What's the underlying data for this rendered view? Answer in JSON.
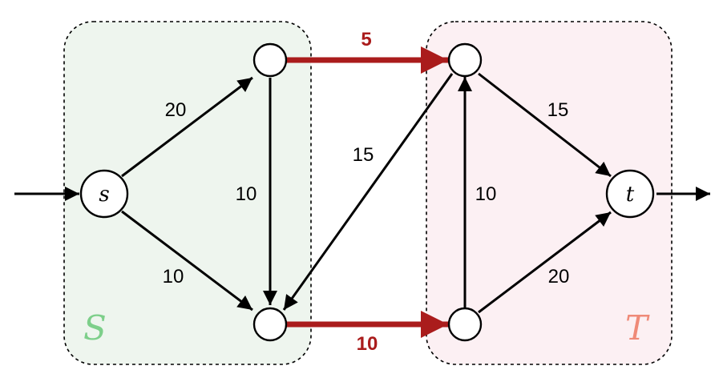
{
  "colors": {
    "region_s_fill": "#eef5ee",
    "region_t_fill": "#fcf0f3",
    "region_s_label": "#7dcf8a",
    "region_t_label": "#ef8a78",
    "cut_edge": "#aa1c1c",
    "edge": "#000000"
  },
  "regions": {
    "s": {
      "label": "S"
    },
    "t": {
      "label": "T"
    }
  },
  "nodes": {
    "source": {
      "label": "s"
    },
    "sink": {
      "label": "t"
    }
  },
  "edges": {
    "s_to_a": {
      "capacity": "20"
    },
    "s_to_b": {
      "capacity": "10"
    },
    "a_to_b": {
      "capacity": "10"
    },
    "a_to_c": {
      "capacity": "5"
    },
    "c_to_b": {
      "capacity": "15"
    },
    "b_to_d": {
      "capacity": "10"
    },
    "d_to_c": {
      "capacity": "10"
    },
    "c_to_t": {
      "capacity": "15"
    },
    "d_to_t": {
      "capacity": "20"
    }
  }
}
